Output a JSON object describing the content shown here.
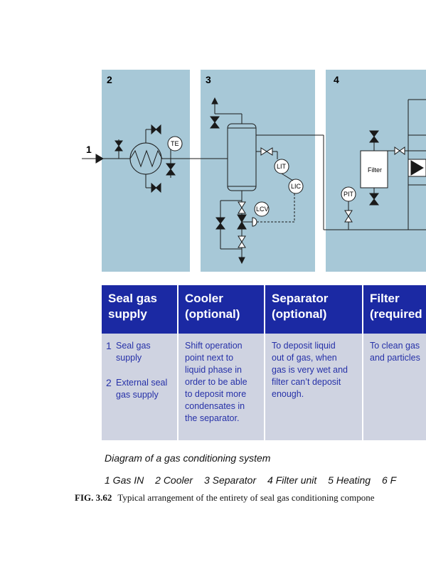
{
  "diagram": {
    "panel_numbers": [
      "2",
      "3",
      "4"
    ],
    "inlet_label": "1",
    "instruments": {
      "te": "TE",
      "lit": "LIT",
      "lic": "LIC",
      "lcv": "LCV",
      "pit": "PIT"
    },
    "filter_label": "Filter",
    "colors": {
      "panel": "#a7c8d7",
      "line": "#1a1a1a"
    }
  },
  "table": {
    "columns": [
      {
        "title_line1": "Seal gas",
        "title_line2": "supply",
        "items": [
          {
            "num": "1",
            "line1": "Seal gas",
            "line2": "supply"
          },
          {
            "num": "2",
            "line1": "External seal",
            "line2": "gas supply"
          }
        ]
      },
      {
        "title_line1": "Cooler",
        "title_line2": "(optional)",
        "desc": [
          "Shift operation",
          "point next to",
          "liquid phase in",
          "order to be able",
          "to deposit more",
          "condensates in",
          "the separator."
        ]
      },
      {
        "title_line1": "Separator",
        "title_line2": "(optional)",
        "desc": [
          "To deposit liquid",
          "out of gas, when",
          "gas is very wet and",
          "filter can’t deposit",
          "enough."
        ]
      },
      {
        "title_line1": "Filter",
        "title_line2": "(required",
        "desc": [
          "To clean gas",
          "and particles"
        ]
      }
    ],
    "colors": {
      "header": "#1b29a3",
      "body": "#cfd3e1",
      "body_text": "#2631a8"
    }
  },
  "caption": "Diagram of  a gas conditioning system",
  "legend": [
    "1  Gas IN",
    "2  Cooler",
    "3  Separator",
    "4  Filter unit",
    "5  Heating",
    "6  F"
  ],
  "figure": {
    "label": "FIG. 3.62",
    "text": "Typical arrangement of the entirety of seal gas conditioning compone"
  }
}
